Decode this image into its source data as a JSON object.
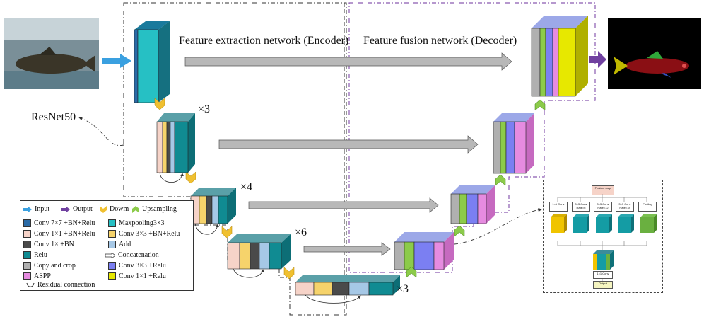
{
  "titles": {
    "encoder": "Feature extraction network (Encoder)",
    "decoder": "Feature fusion network (Decoder)",
    "backbone": "ResNet50"
  },
  "multipliers": {
    "stage1": "×3",
    "stage2": "×4",
    "stage3": "×6",
    "stage4": "×3"
  },
  "legend": {
    "input": "Input",
    "output": "Output",
    "down": "Dowm",
    "upsampling": "Upsampling",
    "conv7": "Conv 7×7 +BN+Relu",
    "maxpool": "Maxpooling3×3",
    "conv1bnrelu": "Conv 1×1 +BN+Relu",
    "conv3bnrelu": "Conv 3×3 +BN+Relu",
    "conv1bn": "Conv 1× +BN",
    "add": "Add",
    "relu": "Relu",
    "concat": "Concatenation",
    "copycrop": "Copy and crop",
    "conv3relu": "Conv 3×3 +Relu",
    "aspp": "ASPP",
    "conv1relu": "Conv 1×1 +Relu",
    "residual": "Residual connection"
  },
  "aspp_detail": {
    "feature_map": "Feature map",
    "branches": [
      "1×1 Conv",
      "3×3 Conv Rate=6",
      "3×3 Conv Rate=12",
      "3×3 Conv Rate=18",
      "Pooling"
    ],
    "conv_out": "1×1 Conv",
    "output": "Output"
  },
  "colors": {
    "conv7": "#2a6aa6",
    "maxpool": "#26c0c4",
    "conv1bnrelu": "#f6d3c8",
    "conv3bnrelu": "#f6d36b",
    "conv1bn": "#4a4a4a",
    "add": "#a6c8e6",
    "relu": "#108b92",
    "copycrop": "#b0b0b0",
    "conv3relu": "#7b7ff2",
    "aspp": "#e68be0",
    "conv1relu": "#e7e800",
    "upsample_green": "#8ccb4a",
    "input_arrow": "#3aa0e0",
    "output_arrow": "#7040a0",
    "down_arrow": "#f0c030",
    "dashdot_purple": "#8a5bb0"
  }
}
